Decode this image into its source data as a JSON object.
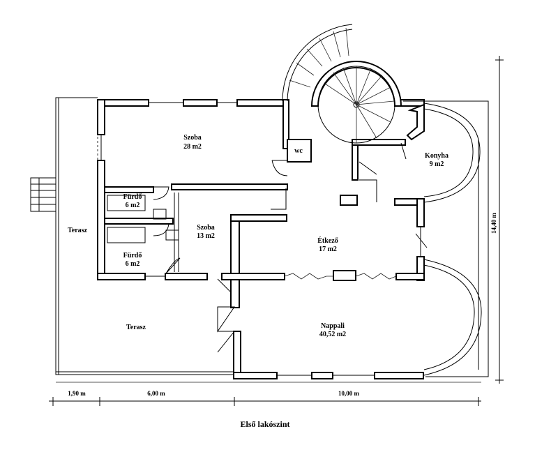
{
  "rooms": {
    "szoba_top": {
      "name": "Szoba",
      "area": "28 m2"
    },
    "furdo_1": {
      "name": "Fürdő",
      "area": "6 m2"
    },
    "furdo_2": {
      "name": "Fürdő",
      "area": "6 m2"
    },
    "szoba_mid": {
      "name": "Szoba",
      "area": "13 m2"
    },
    "etkezo": {
      "name": "Étkező",
      "area": "17 m2"
    },
    "konyha": {
      "name": "Konyha",
      "area": "9 m2"
    },
    "nappali": {
      "name": "Nappali",
      "area": "40,52 m2"
    },
    "wc": {
      "name": "wc"
    },
    "terasz_left": {
      "name": "Terasz"
    },
    "terasz_bottom": {
      "name": "Terasz"
    }
  },
  "dimensions": {
    "d1": "1,90 m",
    "d2": "6,00 m",
    "d3": "10,00 m",
    "height": "14,40 m"
  },
  "title": "Első lakószint"
}
